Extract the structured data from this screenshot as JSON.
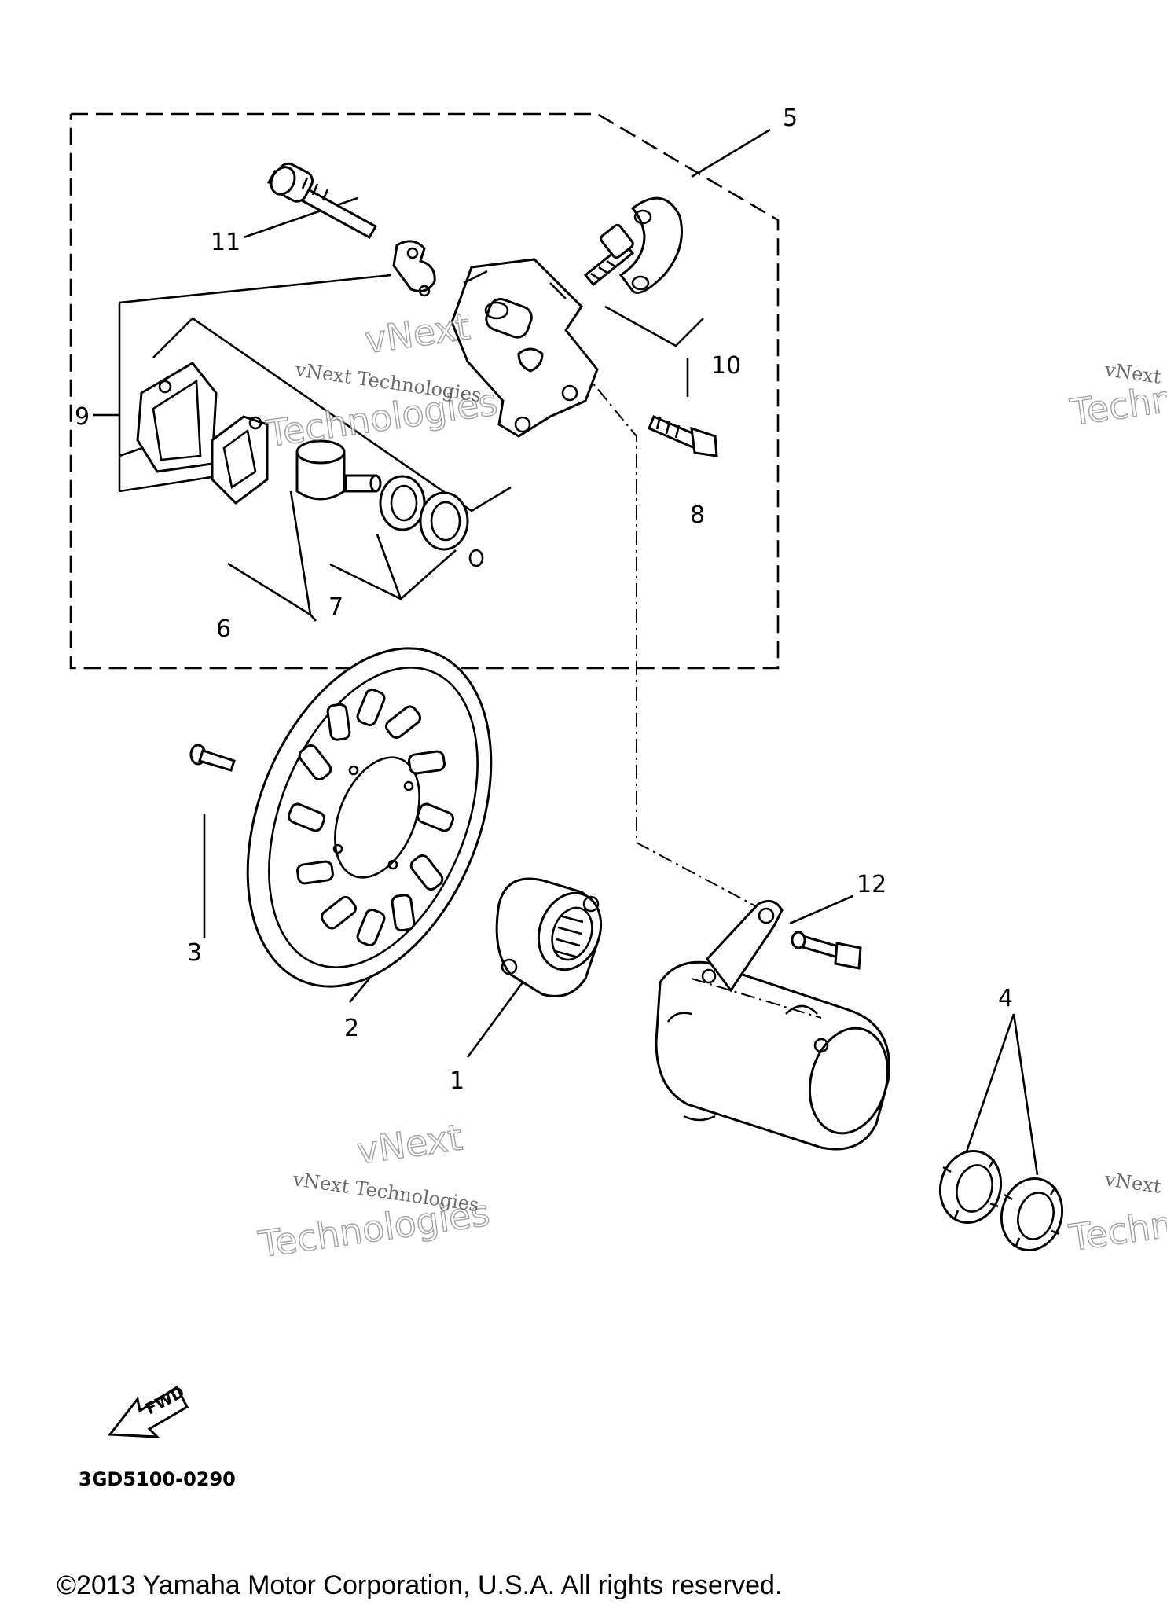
{
  "callouts": {
    "c1": "1",
    "c2": "2",
    "c3": "3",
    "c4": "4",
    "c5": "5",
    "c6": "6",
    "c7": "7",
    "c8": "8",
    "c9": "9",
    "c10": "10",
    "c11": "11",
    "c12": "12"
  },
  "watermark": {
    "line1": "vNext Technologies",
    "word_a": "vNext",
    "word_b": "Technologies"
  },
  "fwd_label": "FWD",
  "drawing_code": "3GD5100-0290",
  "copyright": "©2013 Yamaha Motor Corporation, U.S.A. All rights reserved."
}
